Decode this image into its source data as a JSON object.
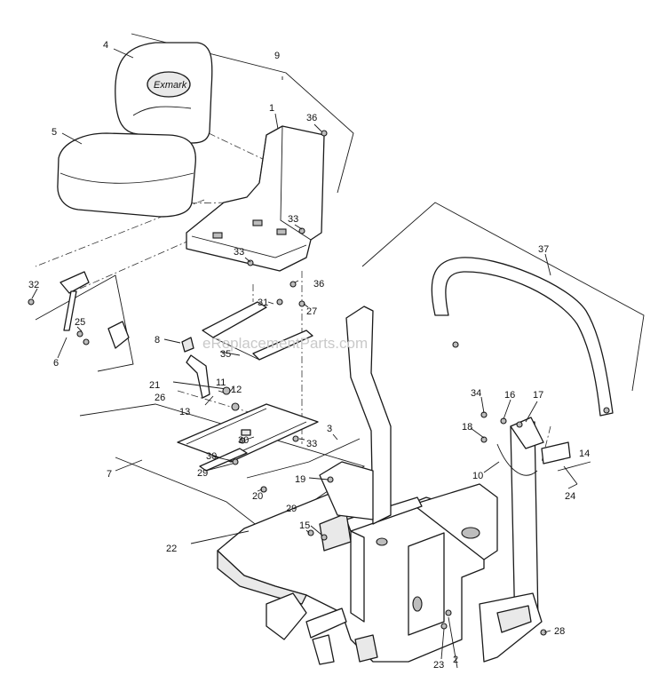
{
  "watermark": "eReplacementParts.com",
  "seat_logo": "Exmark",
  "callouts": [
    "1",
    "2",
    "3",
    "4",
    "5",
    "6",
    "7",
    "8",
    "9",
    "10",
    "11",
    "12",
    "13",
    "14",
    "15",
    "16",
    "17",
    "18",
    "19",
    "20",
    "21",
    "22",
    "23",
    "24",
    "25",
    "26",
    "27",
    "28",
    "29",
    "29",
    "30",
    "30",
    "31",
    "32",
    "33",
    "33",
    "33",
    "34",
    "35",
    "36",
    "36",
    "37"
  ]
}
